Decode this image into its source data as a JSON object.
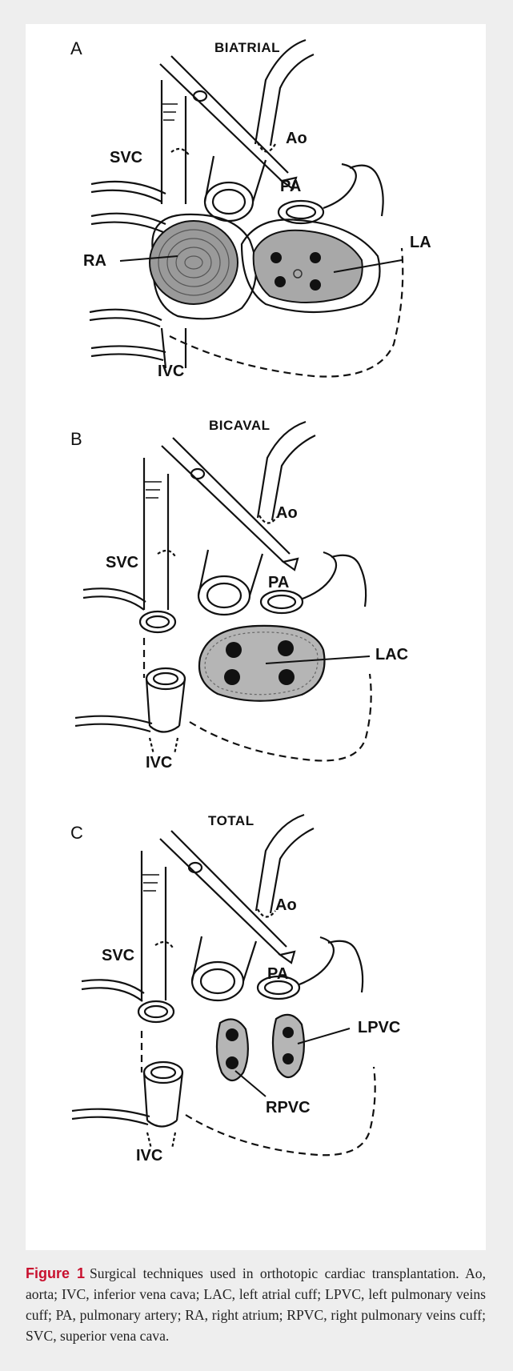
{
  "panels": [
    {
      "letter": "A",
      "title": "BIATRIAL",
      "labels": {
        "svc": "SVC",
        "ao": "Ao",
        "pa": "PA",
        "ra": "RA",
        "la": "LA",
        "ivc": "IVC"
      }
    },
    {
      "letter": "B",
      "title": "BICAVAL",
      "labels": {
        "svc": "SVC",
        "ao": "Ao",
        "pa": "PA",
        "lac": "LAC",
        "ivc": "IVC"
      }
    },
    {
      "letter": "C",
      "title": "TOTAL",
      "labels": {
        "svc": "SVC",
        "ao": "Ao",
        "pa": "PA",
        "lpvc": "LPVC",
        "rpvc": "RPVC",
        "ivc": "IVC"
      }
    }
  ],
  "caption": {
    "label": "Figure 1",
    "text": "Surgical techniques used in orthotopic cardiac transplantation. Ao, aorta; IVC, inferior vena cava; LAC, left atrial cuff; LPVC, left pulmonary veins cuff; PA, pulmonary artery; RA, right atrium; RPVC, right pulmonary veins cuff; SVC, superior vena cava."
  },
  "colors": {
    "caption_label": "#c8102e",
    "panel_bg": "#eeeeee",
    "tissue": "#a8a8a8"
  }
}
